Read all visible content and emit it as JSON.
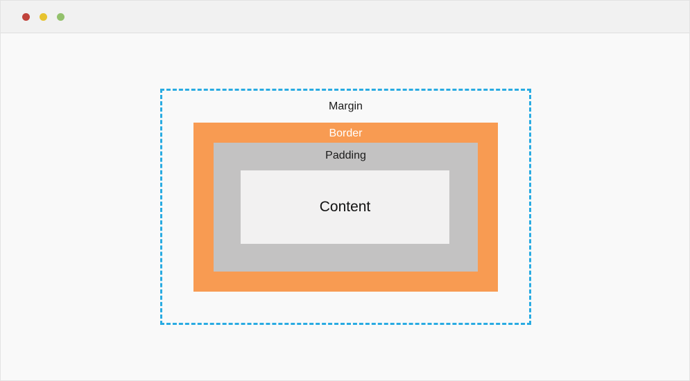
{
  "window": {
    "controls": {
      "close_label": "close",
      "minimize_label": "minimize",
      "maximize_label": "maximize"
    }
  },
  "diagram": {
    "margin_label": "Margin",
    "border_label": "Border",
    "padding_label": "Padding",
    "content_label": "Content"
  },
  "colors": {
    "page_bg": "#F9F9F9",
    "titlebar_bg": "#F1F1F1",
    "dot_close": "#C0433B",
    "dot_minimize": "#E7C32F",
    "dot_zoom": "#93C16C",
    "margin_border": "#29ABE2",
    "border_fill": "#F89B52",
    "padding_fill": "#C3C2C2",
    "content_fill": "#F2F1F1"
  }
}
